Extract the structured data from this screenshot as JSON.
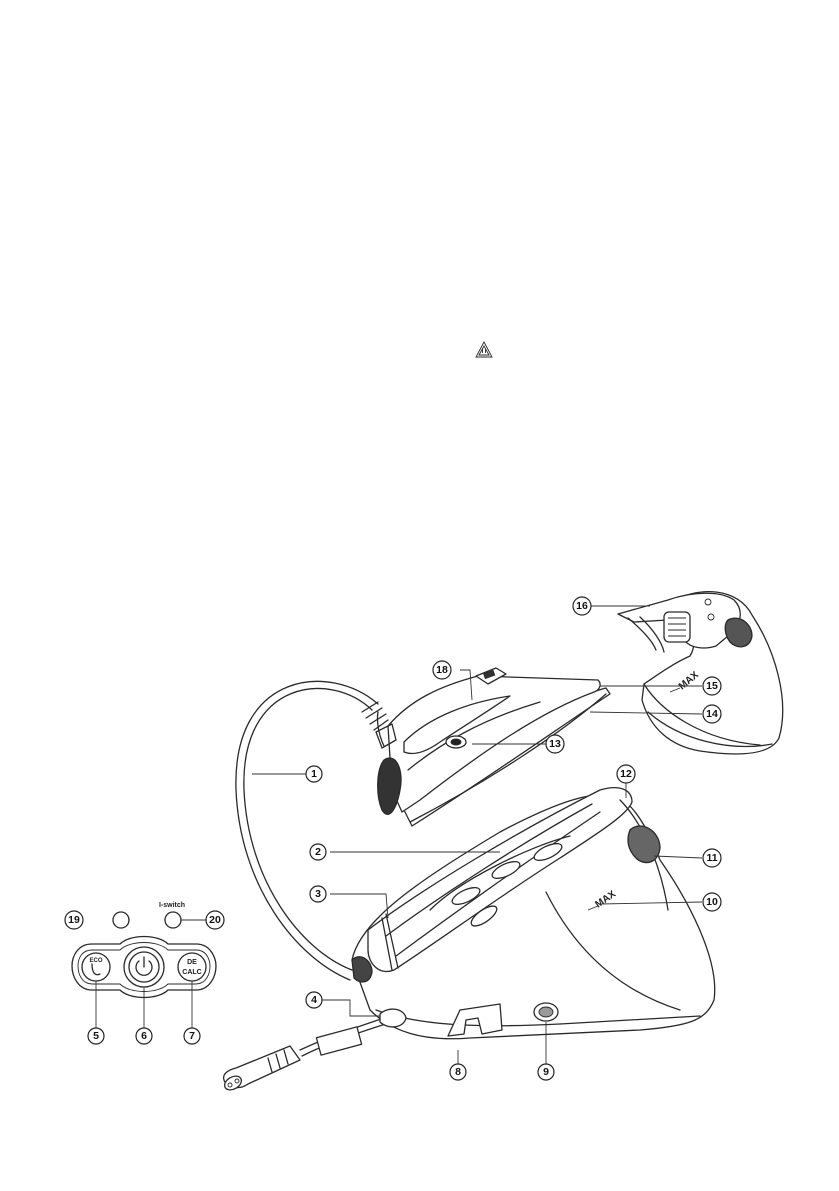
{
  "warning_symbol": {
    "icon": "warning-triangle-icon"
  },
  "labels": {
    "max_tank": "MAX",
    "max_base": "MAX",
    "eco": "ECO",
    "de": "DE",
    "calc": "CALC",
    "twister_label": "I-switch"
  },
  "callouts": [
    {
      "id": "1",
      "label": "1"
    },
    {
      "id": "2",
      "label": "2"
    },
    {
      "id": "3",
      "label": "3"
    },
    {
      "id": "4",
      "label": "4"
    },
    {
      "id": "5",
      "label": "5"
    },
    {
      "id": "6",
      "label": "6"
    },
    {
      "id": "7",
      "label": "7"
    },
    {
      "id": "8",
      "label": "8"
    },
    {
      "id": "9",
      "label": "9"
    },
    {
      "id": "10",
      "label": "10"
    },
    {
      "id": "11",
      "label": "11"
    },
    {
      "id": "12",
      "label": "12"
    },
    {
      "id": "13",
      "label": "13"
    },
    {
      "id": "14",
      "label": "14"
    },
    {
      "id": "15",
      "label": "15"
    },
    {
      "id": "16",
      "label": "16"
    },
    {
      "id": "18",
      "label": "18"
    },
    {
      "id": "19",
      "label": "19"
    },
    {
      "id": "20",
      "label": "20"
    }
  ]
}
